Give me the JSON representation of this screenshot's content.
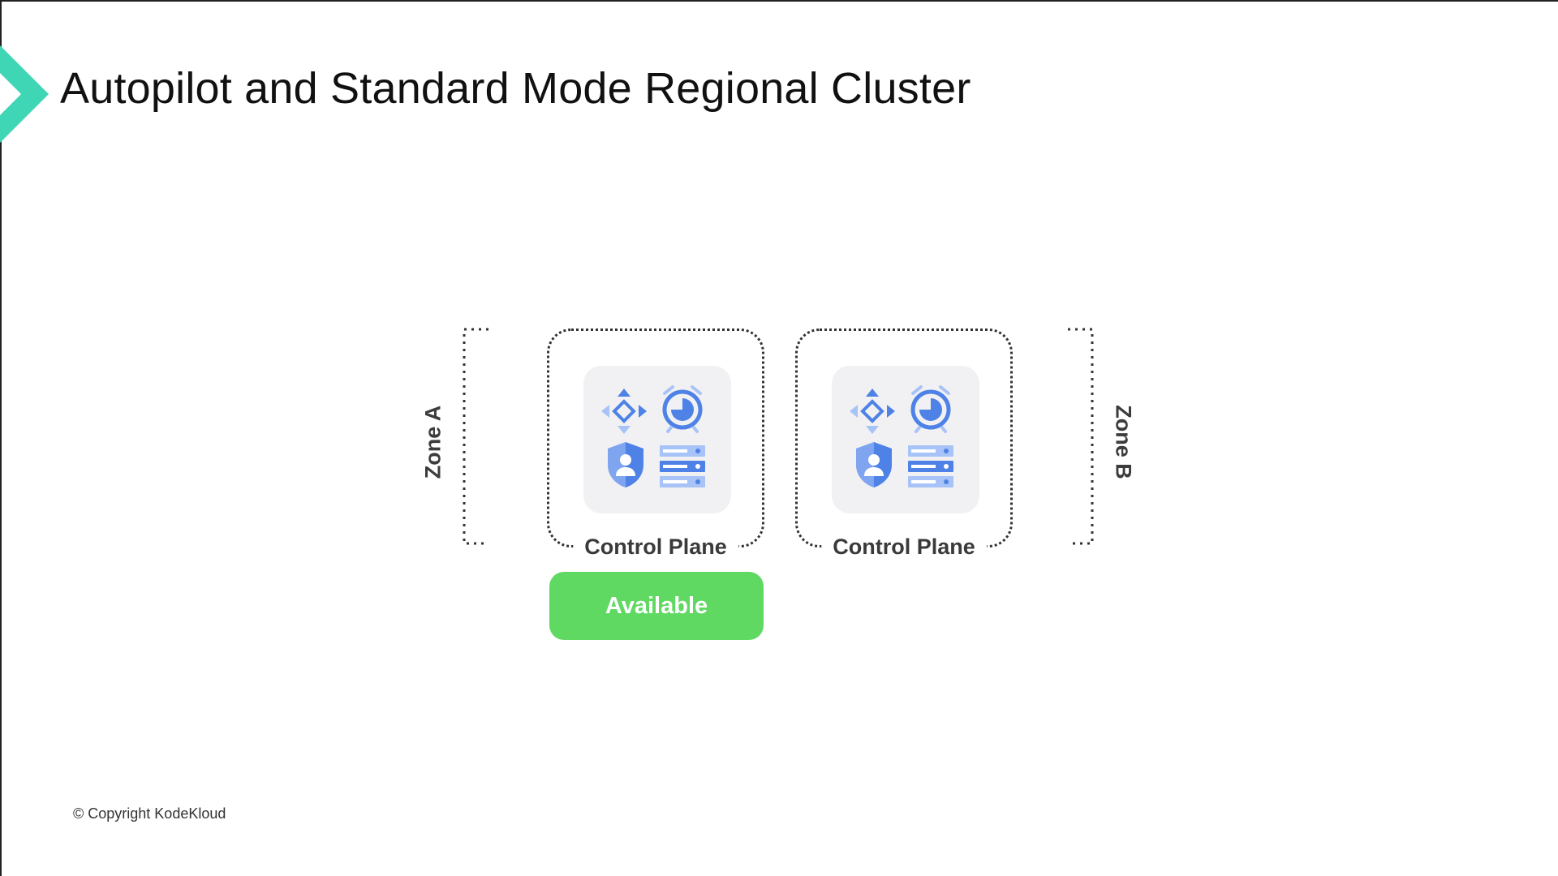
{
  "slide": {
    "title": "Autopilot and Standard Mode Regional Cluster",
    "copyright": "© Copyright KodeKloud"
  },
  "zones": [
    {
      "label": "Zone A"
    },
    {
      "label": "Zone B"
    }
  ],
  "control_planes": [
    {
      "label": "Control Plane",
      "icons": [
        "move-arrows-icon",
        "alarm-clock-icon",
        "shield-user-icon",
        "server-rack-icon"
      ]
    },
    {
      "label": "Control Plane",
      "icons": [
        "move-arrows-icon",
        "alarm-clock-icon",
        "shield-user-icon",
        "server-rack-icon"
      ]
    }
  ],
  "status": {
    "label": "Available"
  },
  "colors": {
    "accent_teal": "#3ed6b4",
    "accent_green": "#5fd962",
    "icon_dark_blue": "#4f82e6",
    "icon_light_blue": "#a8c3f7",
    "tile_background": "#f1f1f3"
  }
}
